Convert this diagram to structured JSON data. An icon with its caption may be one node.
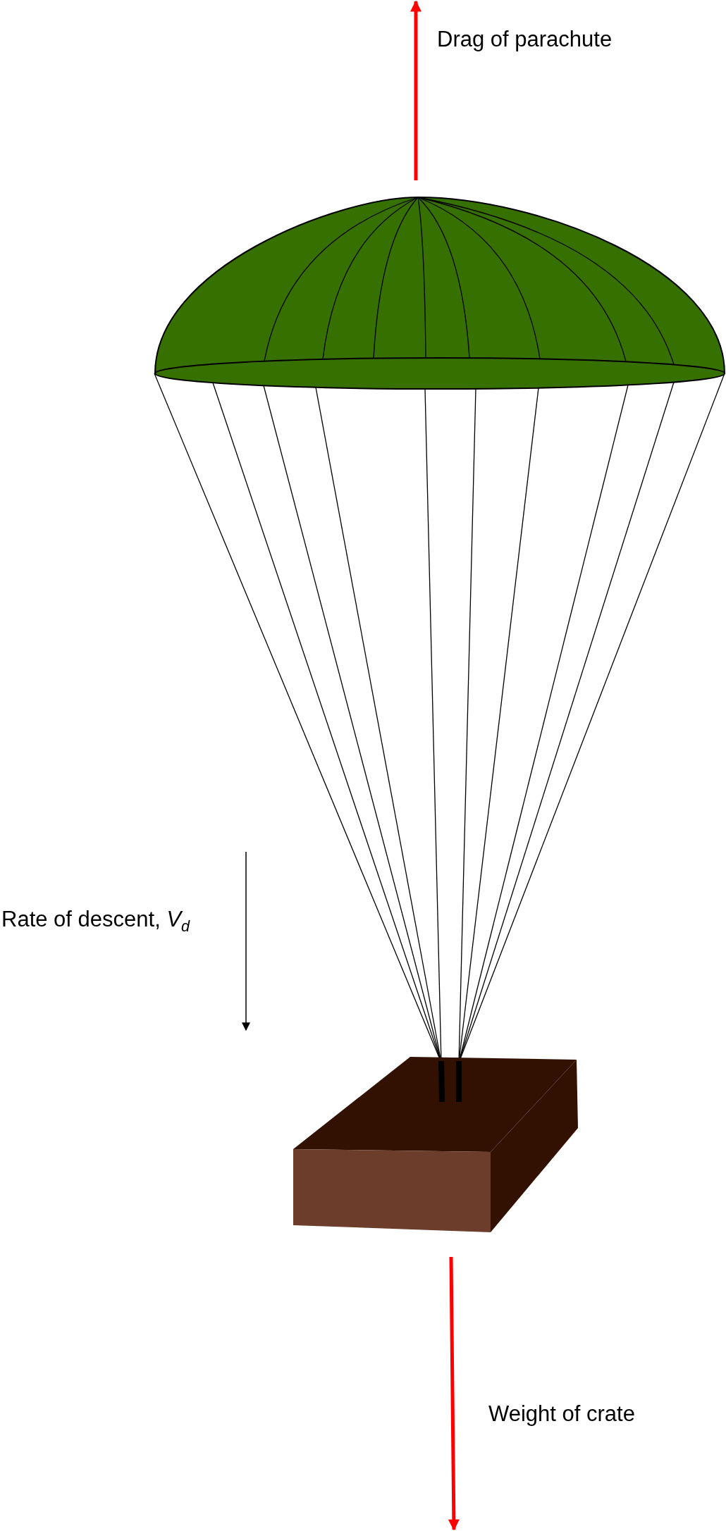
{
  "diagram": {
    "labels": [
      "Drag of parachute",
      "Rate of descent, *V*$_{d}$",
      "Weight of crate"
    ]
  }
}
